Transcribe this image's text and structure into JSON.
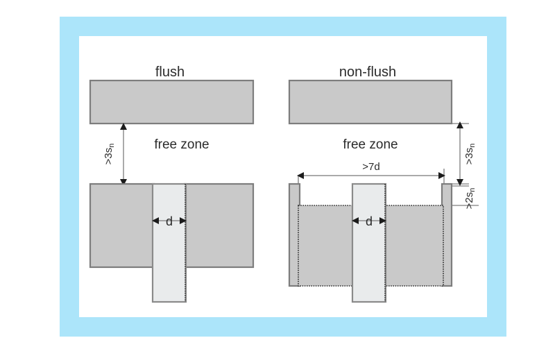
{
  "figure": {
    "title_left": "flush",
    "title_right": "non-flush",
    "free_zone_label": "free zone",
    "diameter_label": "d",
    "clearance_axial_label": ">3s",
    "clearance_axial_sub": "n",
    "clearance_radial_label": ">2s",
    "clearance_radial_sub": "n",
    "clearance_width_label": ">7d"
  },
  "colors": {
    "frame_blue": "#ace5fa",
    "panel_white": "#ffffff",
    "block_fill": "#c9c9c9",
    "block_stroke": "#7d7d7d",
    "rod_fill": "#e9ebec",
    "rod_stroke": "#8a8a8a",
    "dim_line": "#8d8d8d",
    "text": "#2b2b2b"
  },
  "left_diagram": {
    "name": "flush",
    "title": "flush",
    "free_zone": "free zone",
    "axial_clearance": ">3s",
    "axial_clearance_sub": "n",
    "diameter": "d"
  },
  "right_diagram": {
    "name": "non-flush",
    "title": "non-flush",
    "free_zone": "free zone",
    "axial_clearance": ">3s",
    "axial_clearance_sub": "n",
    "radial_clearance": ">2s",
    "radial_clearance_sub": "n",
    "recess_width": ">7d",
    "diameter": "d"
  }
}
